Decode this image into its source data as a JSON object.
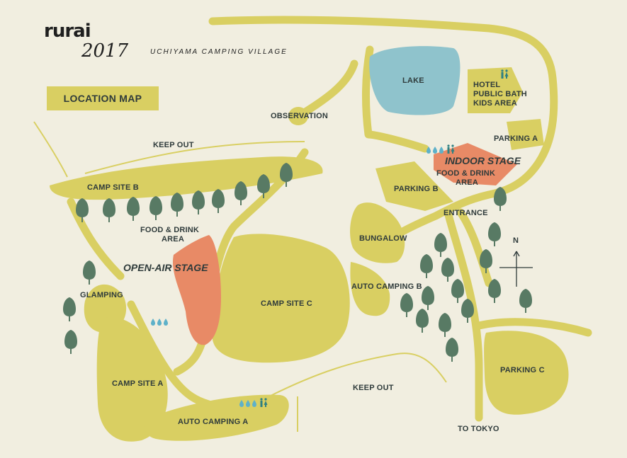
{
  "logo": {
    "wordmark": "rurai",
    "year": "2017",
    "venue": "UCHIYAMA CAMPING VILLAGE"
  },
  "title": "LOCATION MAP",
  "labels": {
    "lake": "LAKE",
    "hotel": "HOTEL",
    "public_bath": "PUBLIC BATH",
    "kids_area": "KIDS AREA",
    "observation": "OBSERVATION",
    "keep_out_top": "KEEP OUT",
    "parking_a": "PARKING A",
    "indoor_stage": "INDOOR STAGE",
    "food_drink_1": "FOOD & DRINK",
    "area_1": "AREA",
    "parking_b": "PARKING B",
    "camp_site_b": "CAMP SITE B",
    "entrance": "ENTRANCE",
    "food_drink_2": "FOOD & DRINK",
    "area_2": "AREA",
    "bungalow": "BUNGALOW",
    "north": "N",
    "open_air_stage": "OPEN-AIR STAGE",
    "auto_camping_b": "AUTO CAMPING B",
    "glamping": "GLAMPING",
    "camp_site_c": "CAMP SITE C",
    "camp_site_a": "CAMP SITE A",
    "keep_out_bottom": "KEEP OUT",
    "parking_c": "PARKING C",
    "auto_camping_a": "AUTO CAMPING A",
    "to_tokyo": "TO TOKYO"
  },
  "colors": {
    "background": "#f1eee0",
    "area": "#d9cf62",
    "stage": "#e88a66",
    "lake": "#8fc3cc",
    "tree": "#587a64",
    "water_icon": "#5eb1c9",
    "toilet_icon": "#2e8082",
    "text": "#2f3b3b"
  },
  "icons": [
    "water-drop-icon",
    "toilet-icon",
    "tree-icon",
    "compass-icon"
  ]
}
